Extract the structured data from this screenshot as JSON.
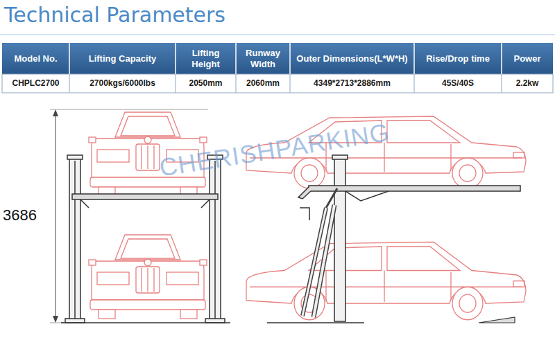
{
  "diagram": {
    "title": "Technical Parameters",
    "labels": [
      "Model No.",
      "Lifting Capacity",
      "Lifting Height",
      "Runway Width",
      "Outer Dimensions(L*W*H)",
      "Rise/Drop time",
      "Power",
      "CHPLC2700",
      "2700kgs/6000lbs",
      "2050mm",
      "2060mm",
      "4349*2713*2886mm",
      "45S/40S",
      "2.2kw",
      "3686",
      "CHERISHPARKING"
    ]
  }
}
